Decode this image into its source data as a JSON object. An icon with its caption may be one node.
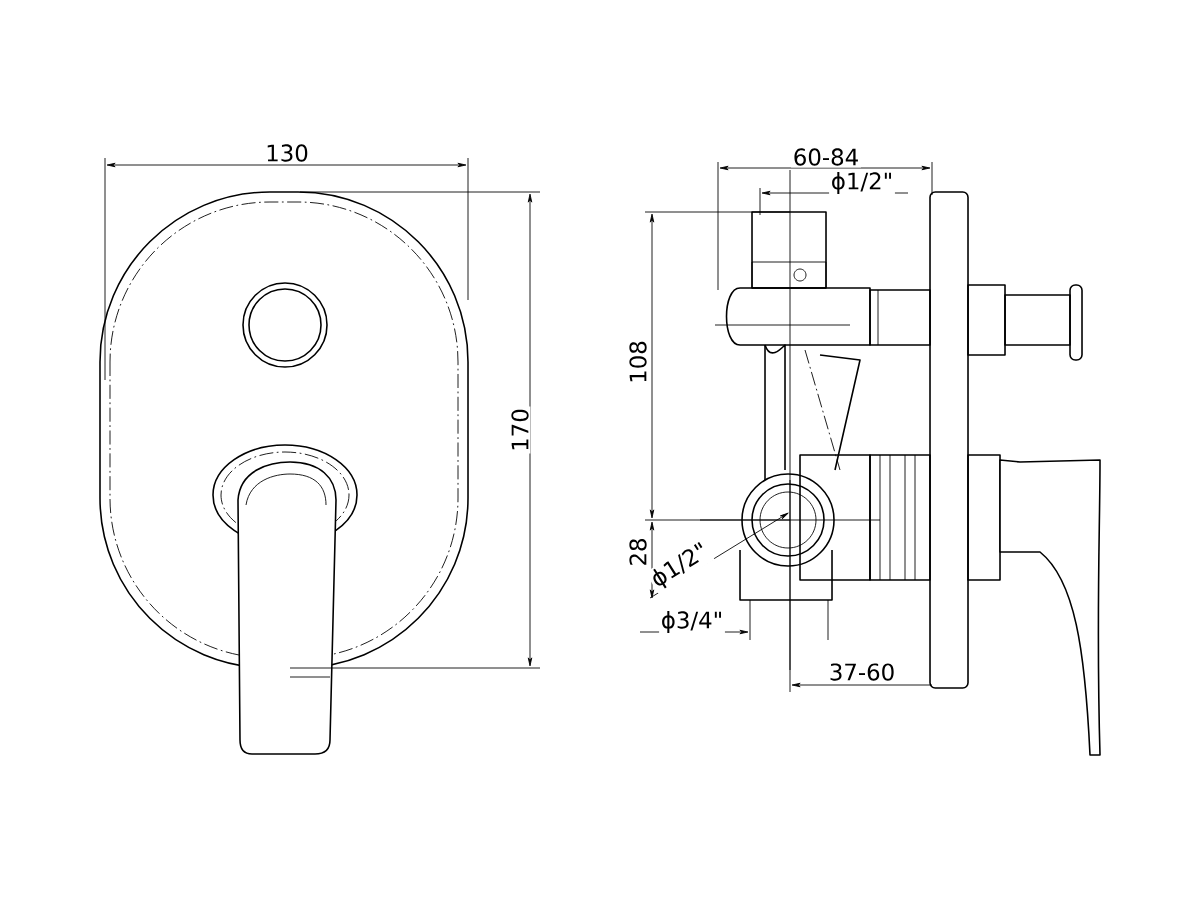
{
  "diagram": {
    "labels": [
      "130",
      "60-84",
      "ϕ1/2\"",
      "108",
      "170",
      "28",
      "ϕ1/2\"",
      "ϕ3/4\"",
      "37-60"
    ]
  }
}
